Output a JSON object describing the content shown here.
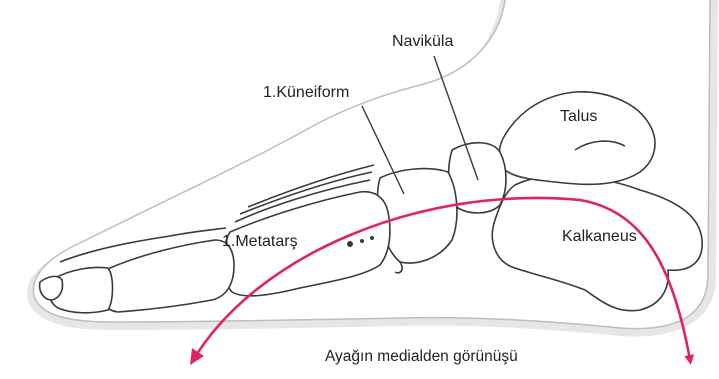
{
  "labels": {
    "navikula": "Naviküla",
    "kuneiform": "1.Küneiform",
    "talus": "Talus",
    "metatars": "1.Metatarş",
    "kalkaneus": "Kalkaneus",
    "caption": "Ayağın medialden görünüşü"
  },
  "colors": {
    "arch_arrow": "#e0245e",
    "outline": "#3a3a3a",
    "skin_shadow": "#d9d9d9",
    "bone_fill": "#ffffff"
  }
}
